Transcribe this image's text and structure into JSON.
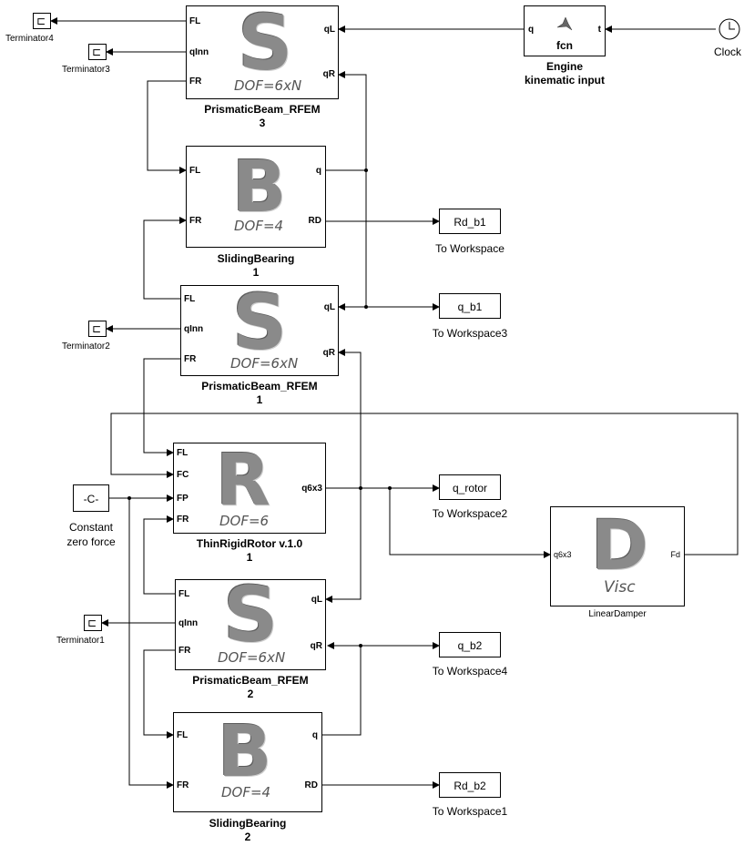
{
  "blocks": {
    "pb3": {
      "letter": "S",
      "dof": "DOF=6xN",
      "ports_left": [
        "FL",
        "qInn",
        "FR"
      ],
      "ports_right": [
        "qL",
        "qR"
      ],
      "caption1": "PrismaticBeam_RFEM",
      "caption2": "3"
    },
    "sb1": {
      "letter": "B",
      "dof": "DOF=4",
      "ports_left": [
        "FL",
        "FR"
      ],
      "ports_right": [
        "q",
        "RD"
      ],
      "caption1": "SlidingBearing",
      "caption2": "1"
    },
    "pb1": {
      "letter": "S",
      "dof": "DOF=6xN",
      "ports_left": [
        "FL",
        "qInn",
        "FR"
      ],
      "ports_right": [
        "qL",
        "qR"
      ],
      "caption1": "PrismaticBeam_RFEM",
      "caption2": "1"
    },
    "rotor": {
      "letter": "R",
      "dof": "DOF=6",
      "ports_left": [
        "FL",
        "FC",
        "FP",
        "FR"
      ],
      "ports_right": [
        "q6x3"
      ],
      "caption1": "ThinRigidRotor v.1.0",
      "caption2": "1"
    },
    "pb2": {
      "letter": "S",
      "dof": "DOF=6xN",
      "ports_left": [
        "FL",
        "qInn",
        "FR"
      ],
      "ports_right": [
        "qL",
        "qR"
      ],
      "caption1": "PrismaticBeam_RFEM",
      "caption2": "2"
    },
    "sb2": {
      "letter": "B",
      "dof": "DOF=4",
      "ports_left": [
        "FL",
        "FR"
      ],
      "ports_right": [
        "q",
        "RD"
      ],
      "caption1": "SlidingBearing",
      "caption2": "2"
    },
    "damper": {
      "letter": "D",
      "sub": "Visc",
      "port_in": "q6x3",
      "port_out": "Fd",
      "caption": "LinearDamper"
    },
    "fcn": {
      "text": "fcn",
      "port_in": "q",
      "port_out": "t",
      "caption1": "Engine",
      "caption2": "kinematic input"
    },
    "constant": {
      "text": "-C-",
      "caption1": "Constant",
      "caption2": "zero force"
    },
    "clock": {
      "caption": "Clock"
    }
  },
  "workspace": [
    {
      "var": "Rd_b1",
      "label": "To Workspace"
    },
    {
      "var": "q_b1",
      "label": "To Workspace3"
    },
    {
      "var": "q_rotor",
      "label": "To Workspace2"
    },
    {
      "var": "q_b2",
      "label": "To Workspace4"
    },
    {
      "var": "Rd_b2",
      "label": "To Workspace1"
    }
  ],
  "terminators": [
    "Terminator4",
    "Terminator3",
    "Terminator2",
    "Terminator1"
  ],
  "icons": {
    "terminator": "terminator-icon",
    "clock": "clock-icon",
    "matlab": "matlab-logo-icon"
  },
  "colors": {
    "line": "#000000",
    "block_fill": "#ffffff",
    "letter": "#8a8a8a"
  }
}
